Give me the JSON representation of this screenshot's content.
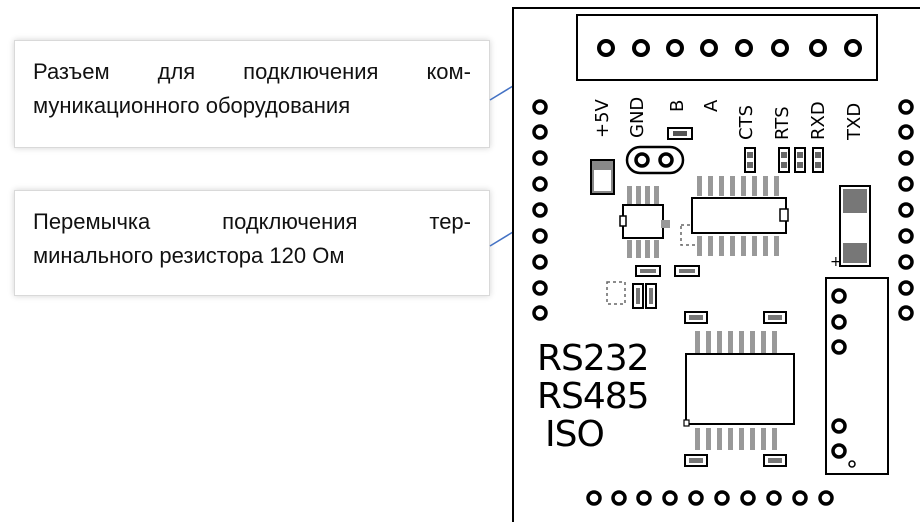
{
  "callouts": {
    "connector": {
      "line1": "Разъем для подключения ком-",
      "line2": "муникационного оборудования"
    },
    "jumper": {
      "line1": "Перемычка подключения тер-",
      "line2": "минального резистора 120 Ом"
    }
  },
  "board": {
    "pin_labels": [
      "+5V",
      "GND",
      "B",
      "A",
      "CTS",
      "RTS",
      "RXD",
      "TXD"
    ],
    "title_lines": [
      "RS232",
      "RS485",
      "ISO"
    ],
    "polarity_mark": "+"
  },
  "colors": {
    "leader_line": "#4472c4",
    "silkscreen": "#000000",
    "board_bg": "#ffffff"
  }
}
